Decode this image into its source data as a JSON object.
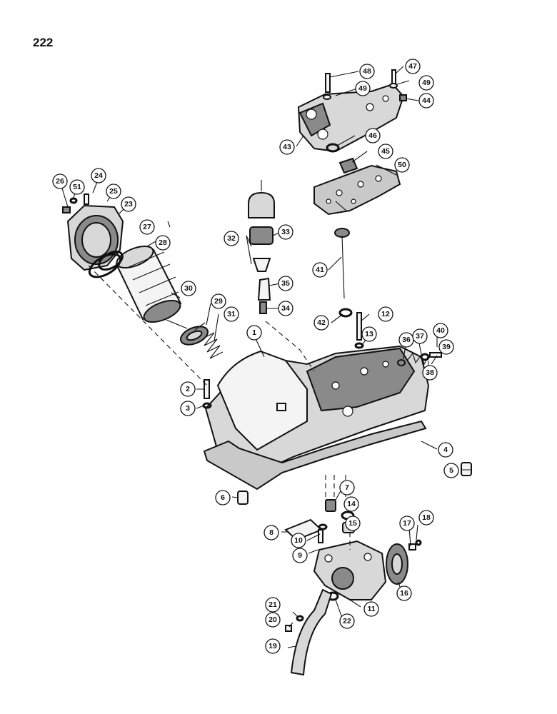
{
  "page": {
    "number": "222"
  },
  "callouts": [
    "1",
    "2",
    "3",
    "4",
    "5",
    "6",
    "7",
    "8",
    "9",
    "10",
    "11",
    "12",
    "13",
    "14",
    "15",
    "16",
    "17",
    "18",
    "19",
    "20",
    "21",
    "22",
    "23",
    "24",
    "25",
    "26",
    "27",
    "28",
    "29",
    "30",
    "31",
    "32",
    "33",
    "34",
    "35",
    "36",
    "37",
    "38",
    "39",
    "40",
    "41",
    "42",
    "43",
    "44",
    "45",
    "46",
    "47",
    "48",
    "49",
    "49",
    "50",
    "51"
  ]
}
